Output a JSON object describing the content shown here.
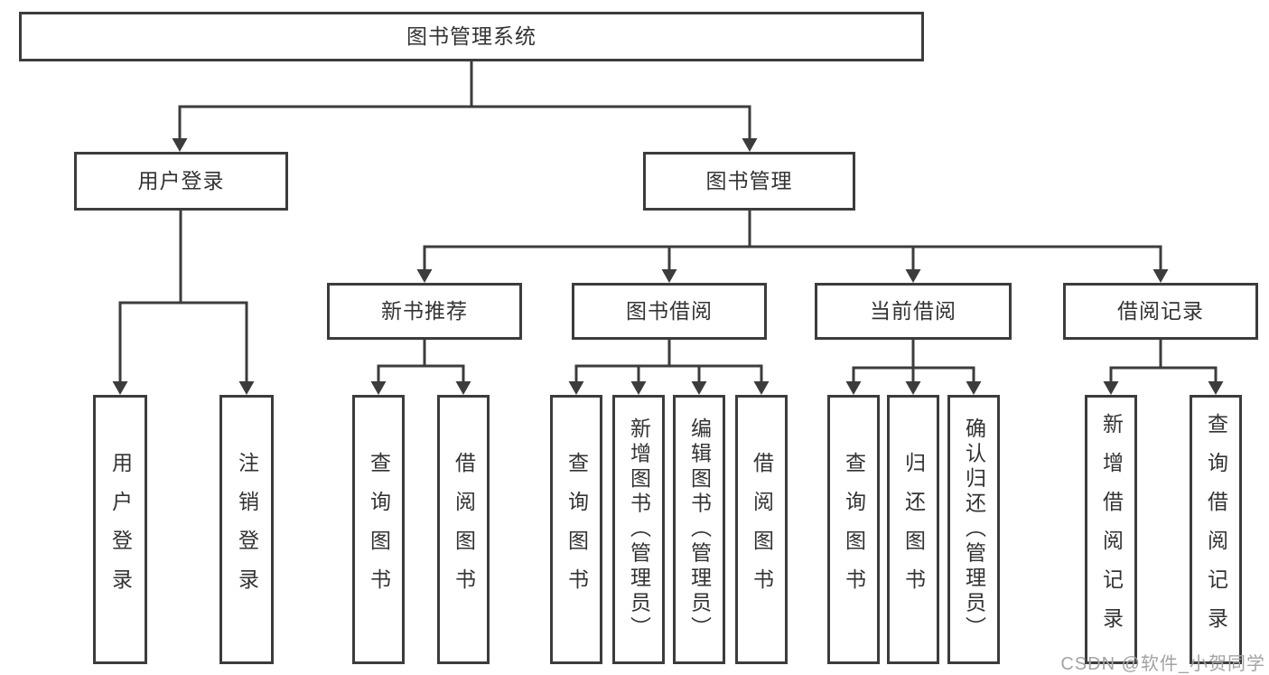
{
  "title": "图书管理系统",
  "watermark": {
    "text": "CSDN @软件_小贺同学"
  },
  "colors": {
    "line": "#3c3c3c",
    "text": "#333333",
    "box_background": "#ffffff",
    "page_background": "#ffffff",
    "watermark": "#a3a3a3"
  },
  "tree": {
    "label": "图书管理系统",
    "children": [
      {
        "label": "用户登录",
        "children": [
          {
            "label": "用户登录"
          },
          {
            "label": "注销登录"
          }
        ]
      },
      {
        "label": "图书管理",
        "children": [
          {
            "label": "新书推荐",
            "children": [
              {
                "label": "查询图书"
              },
              {
                "label": "借阅图书"
              }
            ]
          },
          {
            "label": "图书借阅",
            "children": [
              {
                "label": "查询图书"
              },
              {
                "label": "新增图书（管理员）"
              },
              {
                "label": "编辑图书（管理员）"
              },
              {
                "label": "借阅图书"
              }
            ]
          },
          {
            "label": "当前借阅",
            "children": [
              {
                "label": "查询图书"
              },
              {
                "label": "归还图书"
              },
              {
                "label": "确认归还（管理员）"
              }
            ]
          },
          {
            "label": "借阅记录",
            "children": [
              {
                "label": "新增借阅记录"
              },
              {
                "label": "查询借阅记录"
              }
            ]
          }
        ]
      }
    ]
  }
}
